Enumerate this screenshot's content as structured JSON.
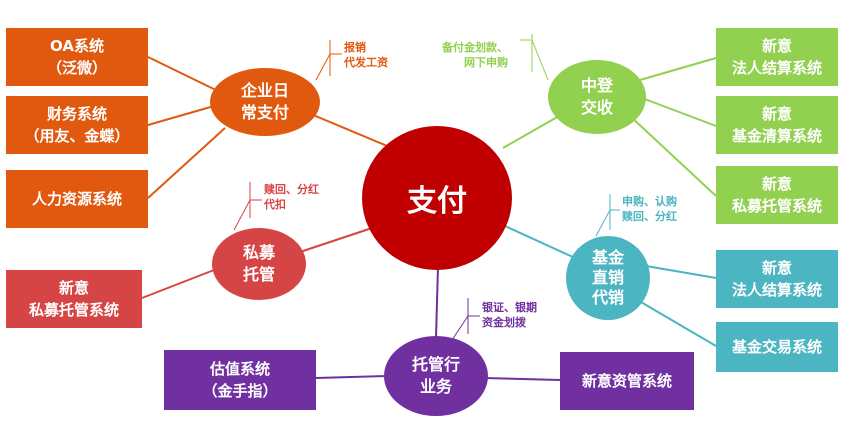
{
  "center": {
    "label": "支付",
    "color": "#c00000"
  },
  "hubs": {
    "enterprise": {
      "line1": "企业日",
      "line2": "常支付",
      "color": "#e0590e"
    },
    "private_fund": {
      "line1": "私募",
      "line2": "托管",
      "color": "#d64545"
    },
    "custody": {
      "line1": "托管行",
      "line2": "业务",
      "color": "#7030a0"
    },
    "ta": {
      "line1": "中登",
      "line2": "交收",
      "color": "#92d050"
    },
    "direct_sales": {
      "line1": "基金",
      "line2": "直销",
      "line3": "代销",
      "color": "#4bb5c1"
    }
  },
  "boxes": {
    "oa": {
      "line1": "OA系统",
      "line2": "（泛微）"
    },
    "finance": {
      "line1": "财务系统",
      "line2": "（用友、金蝶）"
    },
    "hr": {
      "line1": "人力资源系统"
    },
    "private_custody": {
      "line1": "新意",
      "line2": "私募托管系统"
    },
    "valuation": {
      "line1": "估值系统",
      "line2": "（金手指）"
    },
    "asset_mgmt": {
      "line1": "新意资管系统"
    },
    "green_settlement": {
      "line1": "新意",
      "line2": "法人结算系统"
    },
    "green_clearing": {
      "line1": "新意",
      "line2": "基金清算系统"
    },
    "green_private": {
      "line1": "新意",
      "line2": "私募托管系统"
    },
    "teal_settlement": {
      "line1": "新意",
      "line2": "法人结算系统"
    },
    "teal_trading": {
      "line1": "基金交易系统"
    }
  },
  "notes": {
    "enterprise": {
      "line1": "报销",
      "line2": "代发工资"
    },
    "ta": {
      "line1": "备付金划款、",
      "line2": "网下申购"
    },
    "private_fund": {
      "line1": "赎回、分红",
      "line2": "代扣"
    },
    "direct_sales": {
      "line1": "申购、认购",
      "line2": "赎回、分红"
    },
    "custody": {
      "line1": "银证、银期",
      "line2": "资金划拨"
    }
  },
  "colors": {
    "orange": "#e0590e",
    "red": "#d64545",
    "dark_red": "#c00000",
    "purple": "#7030a0",
    "green": "#92d050",
    "teal": "#4bb5c1"
  }
}
